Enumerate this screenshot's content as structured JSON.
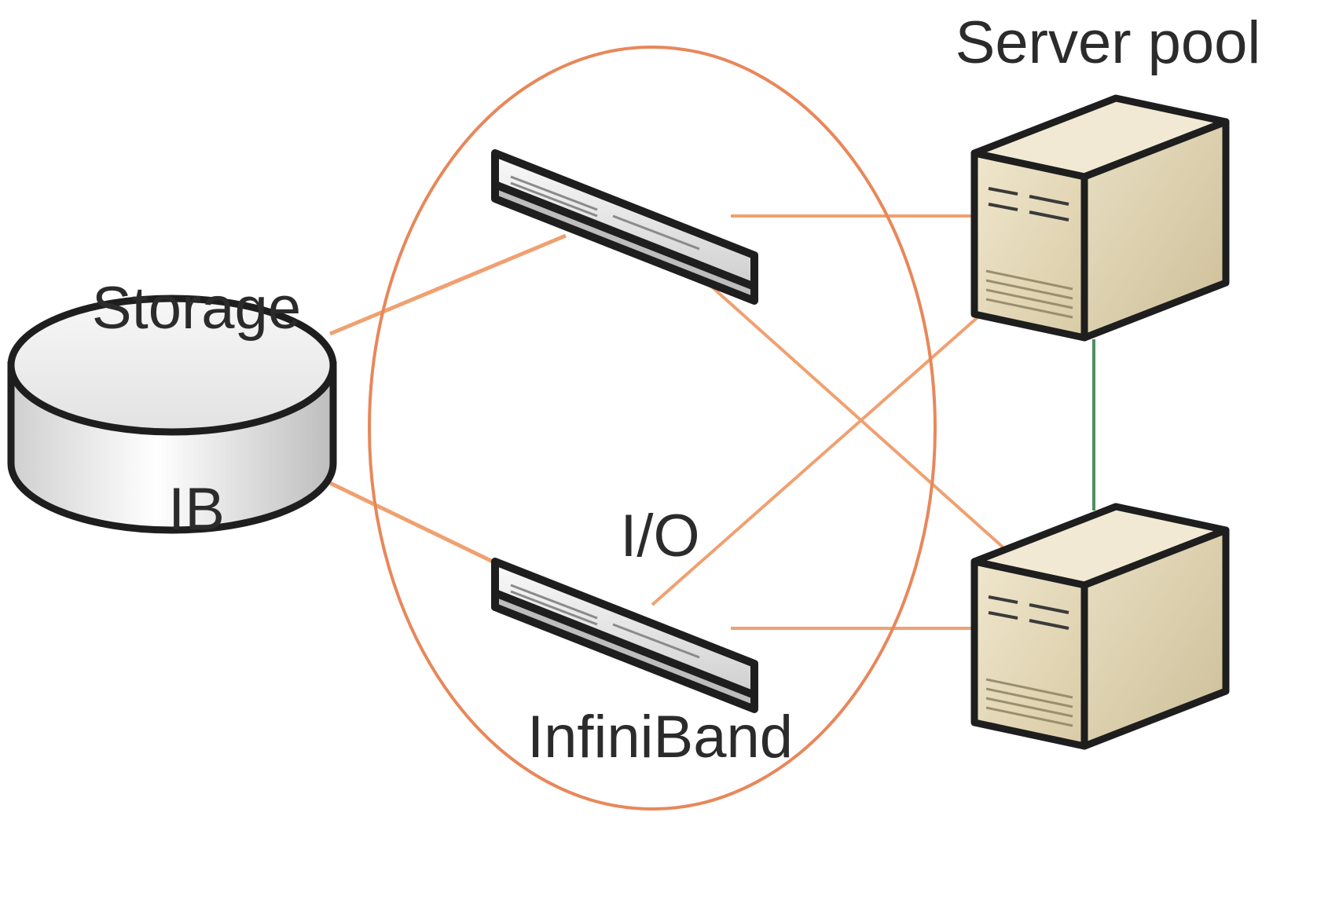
{
  "labels": {
    "storage_line1": "Storage",
    "storage_line2": "IB",
    "server_pool": "Server pool",
    "io_line1": "I/O",
    "io_line2": "InfiniBand"
  },
  "nodes": {
    "storage": {
      "icon": "disk-storage-icon"
    },
    "switches": [
      {
        "icon": "network-switch-icon"
      },
      {
        "icon": "network-switch-icon"
      }
    ],
    "servers": [
      {
        "icon": "server-tower-icon"
      },
      {
        "icon": "server-tower-icon"
      }
    ]
  },
  "colors": {
    "link": "#f0a070",
    "ellipse": "#e8875a",
    "server_link": "#4f8f5f",
    "server_body": "#e7dcc0",
    "switch_body": "#e6e6e6",
    "disk_body": "#d8d8d8"
  }
}
